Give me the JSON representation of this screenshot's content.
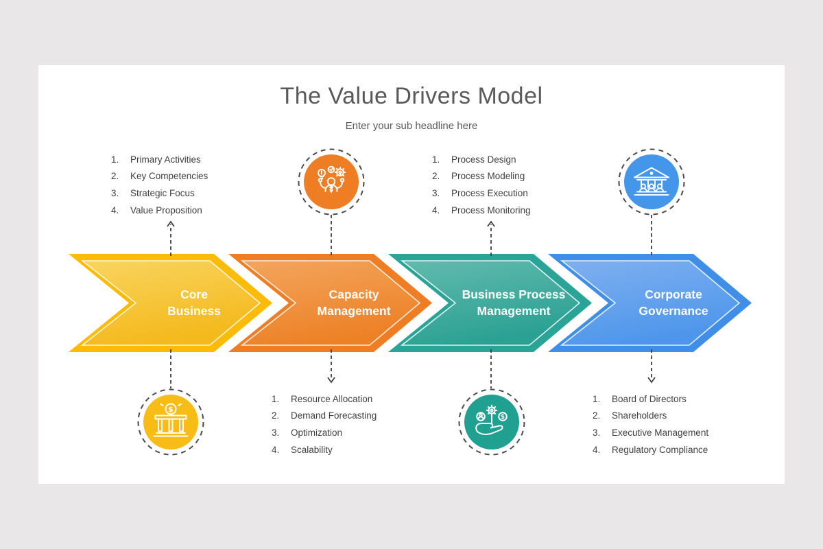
{
  "slide": {
    "title": "The Value Drivers Model",
    "subtitle": "Enter your sub headline here",
    "background": "#E9E7E8",
    "card_background": "#FFFFFF",
    "title_color": "#58595B",
    "body_text_color": "#3F3F3F",
    "connector_color": "#3E3E3E"
  },
  "stages": [
    {
      "name": "core-business",
      "label_lines": [
        "Core",
        "Business"
      ],
      "list_position": "top",
      "list_items": [
        "Primary Activities",
        "Key Competencies",
        "Strategic Focus",
        "Value Proposition"
      ],
      "icon": {
        "name": "bank-dollar-icon",
        "position": "bottom",
        "glyph": "$"
      },
      "colors": {
        "outer": "#FBBB06",
        "inner_light": "#F9D45F",
        "inner_dark": "#F4B91C",
        "circle": "#F7BD16"
      }
    },
    {
      "name": "capacity-management",
      "label_lines": [
        "Capacity",
        "Management"
      ],
      "list_position": "bottom",
      "list_items": [
        "Resource Allocation",
        "Demand Forecasting",
        "Optimization",
        "Scalability"
      ],
      "icon": {
        "name": "person-ideas-icon",
        "position": "top"
      },
      "colors": {
        "outer": "#EE7D23",
        "inner_light": "#F3A55E",
        "inner_dark": "#ED8126",
        "circle": "#EE7D23"
      }
    },
    {
      "name": "business-process-management",
      "label_lines": [
        "Business Process",
        "Management"
      ],
      "list_position": "top",
      "list_items": [
        "Process Design",
        "Process Modeling",
        "Process Execution",
        "Process Monitoring"
      ],
      "icon": {
        "name": "growth-hand-icon",
        "position": "bottom",
        "glyph": "$"
      },
      "colors": {
        "outer": "#29A496",
        "inner_light": "#62BAAE",
        "inner_dark": "#2BA193",
        "circle": "#1FA091"
      }
    },
    {
      "name": "corporate-governance",
      "label_lines": [
        "Corporate",
        "Governance"
      ],
      "list_position": "bottom",
      "list_items": [
        "Board of Directors",
        "Shareholders",
        "Executive Management",
        "Regulatory Compliance"
      ],
      "icon": {
        "name": "bank-people-icon",
        "position": "top"
      },
      "colors": {
        "outer": "#3F8FE9",
        "inner_light": "#7FB0F0",
        "inner_dark": "#4E96EB",
        "circle": "#4496EA"
      }
    }
  ]
}
